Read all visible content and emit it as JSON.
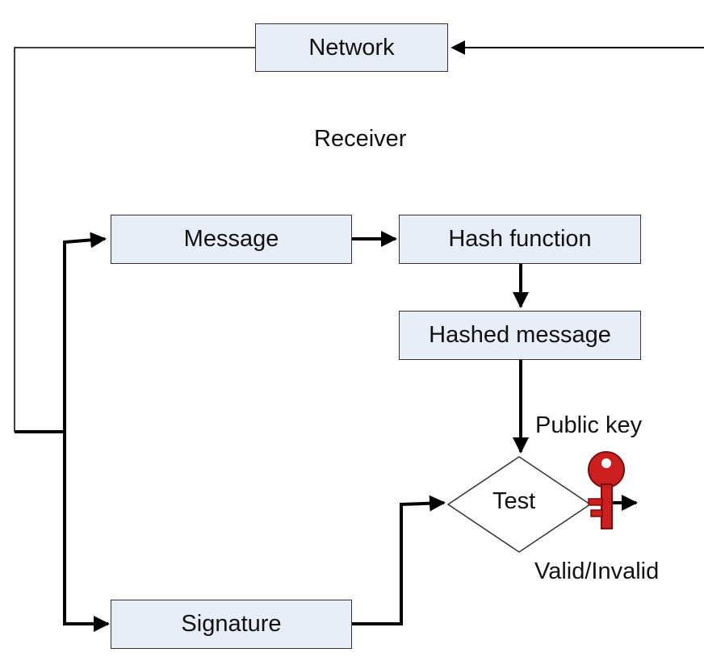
{
  "nodes": {
    "network": "Network",
    "message": "Message",
    "hash_function": "Hash function",
    "hashed_message": "Hashed message",
    "test": "Test",
    "signature": "Signature"
  },
  "labels": {
    "receiver": "Receiver",
    "public_key": "Public key",
    "valid_invalid": "Valid/Invalid"
  },
  "colors": {
    "box_fill": "#e8eef7",
    "key": "#cc1f1f"
  }
}
